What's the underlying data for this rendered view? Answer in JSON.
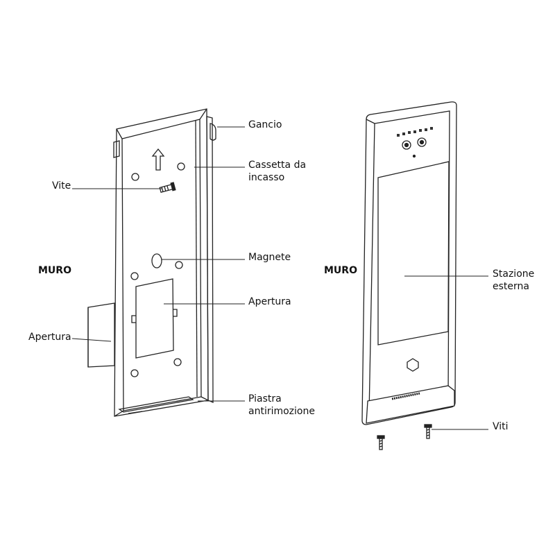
{
  "labels": {
    "gancio": "Gancio",
    "cassetta_line1": "Cassetta da",
    "cassetta_line2": "incasso",
    "vite": "Vite",
    "magnete": "Magnete",
    "muro_left": "MURO",
    "apertura_right": "Apertura",
    "apertura_left": "Apertura",
    "piastra_line1": "Piastra",
    "piastra_line2": "antirimozione",
    "muro_right": "MURO",
    "stazione_line1": "Stazione",
    "stazione_line2": "esterna",
    "viti": "Viti"
  }
}
